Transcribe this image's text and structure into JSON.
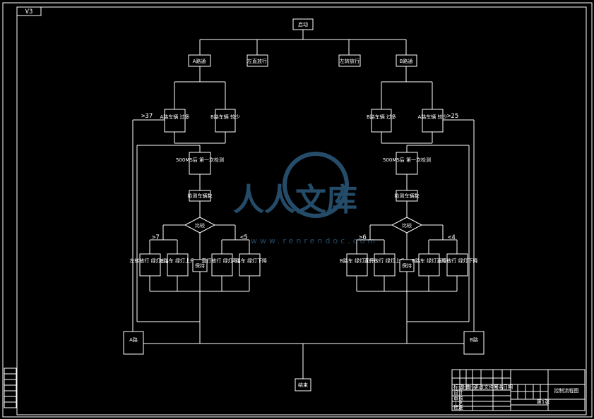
{
  "sheet": {
    "version_tag": "V3"
  },
  "flow": {
    "start": "启动",
    "top_branches": [
      "A路通",
      "左直放行",
      "左转放行",
      "B路通"
    ],
    "left": {
      "count_high": "A路车辆 过多",
      "count_low": "B路车辆 较少",
      "count_high_threshold": ">37",
      "timer": "500MS后 第一次检测",
      "detect": "检测车辆数",
      "decision": "比较",
      "branch_low_label": "<5",
      "branch_high_label": ">7",
      "actions": [
        "左转放行 绿灯上升",
        "B路车 绿灯上升",
        "保持",
        "直行放行 绿灯下降",
        "A路车 绿灯下降"
      ],
      "side": "A路"
    },
    "right": {
      "count_high": "B路车辆 过多",
      "count_low": "A路车辆 较少",
      "count_high_threshold": ">25",
      "timer": "500MS后 第一次检测",
      "detect": "检测车辆数",
      "decision": "比较",
      "branch_low_label": "<4",
      "branch_high_label": ">6",
      "actions": [
        "B路车 绿灯上升",
        "直行放行 绿灯上升",
        "保持",
        "B路车 绿灯下降",
        "直行放行 绿灯下降"
      ],
      "side": "B路"
    },
    "end": "结束"
  },
  "title_block": {
    "drawing_title": "控制流程图",
    "sheet_label": "第1张",
    "row_labels": [
      "设计",
      "审核",
      "工艺",
      "批准"
    ],
    "header_cells": [
      "标记",
      "处数",
      "分区",
      "更改文件号",
      "签名",
      "日期"
    ]
  },
  "watermark": {
    "brand": "人人文库",
    "url": "www.renrendoc.com"
  }
}
